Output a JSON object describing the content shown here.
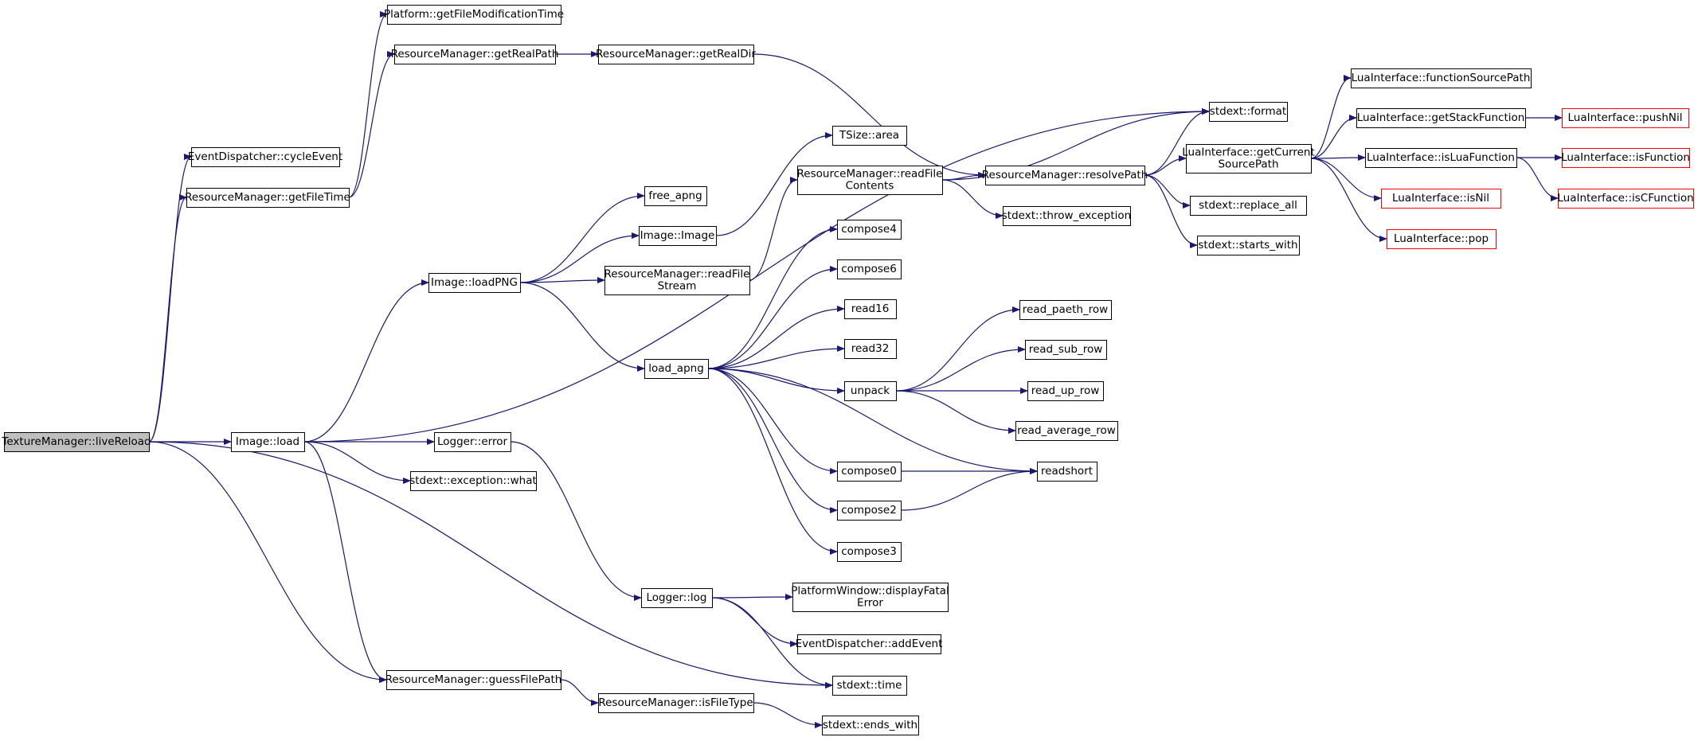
{
  "diagram": {
    "type": "call-graph",
    "style": {
      "edge_color": "#191970",
      "node_border": "#000000",
      "truncated_node_border": "#ff0000",
      "root_fill": "#bfbfbf",
      "node_fill": "#ffffff"
    },
    "nodes": [
      {
        "id": "root",
        "lines": [
          "TextureManager::liveReload"
        ],
        "kind": "root"
      },
      {
        "id": "cycleEvent",
        "lines": [
          "EventDispatcher::cycleEvent"
        ],
        "kind": "normal"
      },
      {
        "id": "getFileTime",
        "lines": [
          "ResourceManager::getFileTime"
        ],
        "kind": "normal"
      },
      {
        "id": "getFileModificationTime",
        "lines": [
          "Platform::getFileModificationTime"
        ],
        "kind": "normal"
      },
      {
        "id": "getRealPath",
        "lines": [
          "ResourceManager::getRealPath"
        ],
        "kind": "normal"
      },
      {
        "id": "getRealDir",
        "lines": [
          "ResourceManager::getRealDir"
        ],
        "kind": "normal"
      },
      {
        "id": "imageLoad",
        "lines": [
          "Image::load"
        ],
        "kind": "normal"
      },
      {
        "id": "loadPNG",
        "lines": [
          "Image::loadPNG"
        ],
        "kind": "normal"
      },
      {
        "id": "loggerError",
        "lines": [
          "Logger::error"
        ],
        "kind": "normal"
      },
      {
        "id": "exceptionWhat",
        "lines": [
          "stdext::exception::what"
        ],
        "kind": "normal"
      },
      {
        "id": "guessFilePath",
        "lines": [
          "ResourceManager::guessFilePath"
        ],
        "kind": "normal"
      },
      {
        "id": "isFileType",
        "lines": [
          "ResourceManager::isFileType"
        ],
        "kind": "normal"
      },
      {
        "id": "endsWith",
        "lines": [
          "stdext::ends_with"
        ],
        "kind": "normal"
      },
      {
        "id": "freeApng",
        "lines": [
          "free_apng"
        ],
        "kind": "normal"
      },
      {
        "id": "imageImage",
        "lines": [
          "Image::Image"
        ],
        "kind": "normal"
      },
      {
        "id": "readFileStream",
        "lines": [
          "ResourceManager::readFile",
          "Stream"
        ],
        "kind": "normal"
      },
      {
        "id": "loadApng",
        "lines": [
          "load_apng"
        ],
        "kind": "normal"
      },
      {
        "id": "tsizeArea",
        "lines": [
          "TSize::area"
        ],
        "kind": "normal"
      },
      {
        "id": "readFileContents",
        "lines": [
          "ResourceManager::readFile",
          "Contents"
        ],
        "kind": "normal"
      },
      {
        "id": "compose4",
        "lines": [
          "compose4"
        ],
        "kind": "normal"
      },
      {
        "id": "compose6",
        "lines": [
          "compose6"
        ],
        "kind": "normal"
      },
      {
        "id": "read16",
        "lines": [
          "read16"
        ],
        "kind": "normal"
      },
      {
        "id": "read32",
        "lines": [
          "read32"
        ],
        "kind": "normal"
      },
      {
        "id": "unpack",
        "lines": [
          "unpack"
        ],
        "kind": "normal"
      },
      {
        "id": "compose0",
        "lines": [
          "compose0"
        ],
        "kind": "normal"
      },
      {
        "id": "compose2",
        "lines": [
          "compose2"
        ],
        "kind": "normal"
      },
      {
        "id": "compose3",
        "lines": [
          "compose3"
        ],
        "kind": "normal"
      },
      {
        "id": "loggerLog",
        "lines": [
          "Logger::log"
        ],
        "kind": "normal"
      },
      {
        "id": "displayFatalError",
        "lines": [
          "PlatformWindow::displayFatal",
          "Error"
        ],
        "kind": "normal"
      },
      {
        "id": "addEvent",
        "lines": [
          "EventDispatcher::addEvent"
        ],
        "kind": "normal"
      },
      {
        "id": "stdextTime",
        "lines": [
          "stdext::time"
        ],
        "kind": "normal"
      },
      {
        "id": "resolvePath",
        "lines": [
          "ResourceManager::resolvePath"
        ],
        "kind": "normal"
      },
      {
        "id": "throwException",
        "lines": [
          "stdext::throw_exception"
        ],
        "kind": "normal"
      },
      {
        "id": "readPaethRow",
        "lines": [
          "read_paeth_row"
        ],
        "kind": "normal"
      },
      {
        "id": "readSubRow",
        "lines": [
          "read_sub_row"
        ],
        "kind": "normal"
      },
      {
        "id": "readUpRow",
        "lines": [
          "read_up_row"
        ],
        "kind": "normal"
      },
      {
        "id": "readAverageRow",
        "lines": [
          "read_average_row"
        ],
        "kind": "normal"
      },
      {
        "id": "readshort",
        "lines": [
          "readshort"
        ],
        "kind": "normal"
      },
      {
        "id": "stdextFormat",
        "lines": [
          "stdext::format"
        ],
        "kind": "normal"
      },
      {
        "id": "getCurrentSourcePath",
        "lines": [
          "LuaInterface::getCurrent",
          "SourcePath"
        ],
        "kind": "normal"
      },
      {
        "id": "replaceAll",
        "lines": [
          "stdext::replace_all"
        ],
        "kind": "normal"
      },
      {
        "id": "startsWith",
        "lines": [
          "stdext::starts_with"
        ],
        "kind": "normal"
      },
      {
        "id": "functionSourcePath",
        "lines": [
          "LuaInterface::functionSourcePath"
        ],
        "kind": "normal"
      },
      {
        "id": "getStackFunction",
        "lines": [
          "LuaInterface::getStackFunction"
        ],
        "kind": "normal"
      },
      {
        "id": "isLuaFunction",
        "lines": [
          "LuaInterface::isLuaFunction"
        ],
        "kind": "normal"
      },
      {
        "id": "isNil",
        "lines": [
          "LuaInterface::isNil"
        ],
        "kind": "truncated"
      },
      {
        "id": "pop",
        "lines": [
          "LuaInterface::pop"
        ],
        "kind": "truncated"
      },
      {
        "id": "pushNil",
        "lines": [
          "LuaInterface::pushNil"
        ],
        "kind": "truncated"
      },
      {
        "id": "isFunction",
        "lines": [
          "LuaInterface::isFunction"
        ],
        "kind": "truncated"
      },
      {
        "id": "isCFunction",
        "lines": [
          "LuaInterface::isCFunction"
        ],
        "kind": "truncated"
      }
    ],
    "edges": [
      [
        "root",
        "cycleEvent"
      ],
      [
        "root",
        "getFileTime"
      ],
      [
        "root",
        "imageLoad"
      ],
      [
        "root",
        "guessFilePath"
      ],
      [
        "root",
        "stdextTime"
      ],
      [
        "getFileTime",
        "getFileModificationTime"
      ],
      [
        "getFileTime",
        "getRealPath"
      ],
      [
        "getRealPath",
        "getRealDir"
      ],
      [
        "getRealDir",
        "resolvePath"
      ],
      [
        "imageLoad",
        "stdextFormat"
      ],
      [
        "imageLoad",
        "loadPNG"
      ],
      [
        "imageLoad",
        "loggerError"
      ],
      [
        "imageLoad",
        "exceptionWhat"
      ],
      [
        "imageLoad",
        "guessFilePath"
      ],
      [
        "guessFilePath",
        "isFileType"
      ],
      [
        "isFileType",
        "endsWith"
      ],
      [
        "loadPNG",
        "freeApng"
      ],
      [
        "loadPNG",
        "imageImage"
      ],
      [
        "loadPNG",
        "readFileStream"
      ],
      [
        "loadPNG",
        "loadApng"
      ],
      [
        "imageImage",
        "tsizeArea"
      ],
      [
        "readFileStream",
        "readFileContents"
      ],
      [
        "loadApng",
        "compose4"
      ],
      [
        "loadApng",
        "compose6"
      ],
      [
        "loadApng",
        "read16"
      ],
      [
        "loadApng",
        "read32"
      ],
      [
        "loadApng",
        "unpack"
      ],
      [
        "loadApng",
        "compose0"
      ],
      [
        "loadApng",
        "compose2"
      ],
      [
        "loadApng",
        "compose3"
      ],
      [
        "loadApng",
        "readshort"
      ],
      [
        "unpack",
        "readPaethRow"
      ],
      [
        "unpack",
        "readSubRow"
      ],
      [
        "unpack",
        "readUpRow"
      ],
      [
        "unpack",
        "readAverageRow"
      ],
      [
        "compose0",
        "readshort"
      ],
      [
        "compose2",
        "readshort"
      ],
      [
        "loggerError",
        "loggerLog"
      ],
      [
        "loggerLog",
        "displayFatalError"
      ],
      [
        "loggerLog",
        "addEvent"
      ],
      [
        "loggerLog",
        "stdextTime"
      ],
      [
        "readFileContents",
        "stdextFormat"
      ],
      [
        "readFileContents",
        "resolvePath"
      ],
      [
        "readFileContents",
        "throwException"
      ],
      [
        "resolvePath",
        "stdextFormat"
      ],
      [
        "resolvePath",
        "getCurrentSourcePath"
      ],
      [
        "resolvePath",
        "replaceAll"
      ],
      [
        "resolvePath",
        "startsWith"
      ],
      [
        "getCurrentSourcePath",
        "functionSourcePath"
      ],
      [
        "getCurrentSourcePath",
        "getStackFunction"
      ],
      [
        "getCurrentSourcePath",
        "isLuaFunction"
      ],
      [
        "getCurrentSourcePath",
        "isNil"
      ],
      [
        "getCurrentSourcePath",
        "pop"
      ],
      [
        "getStackFunction",
        "pushNil"
      ],
      [
        "isLuaFunction",
        "isFunction"
      ],
      [
        "isLuaFunction",
        "isCFunction"
      ]
    ]
  }
}
